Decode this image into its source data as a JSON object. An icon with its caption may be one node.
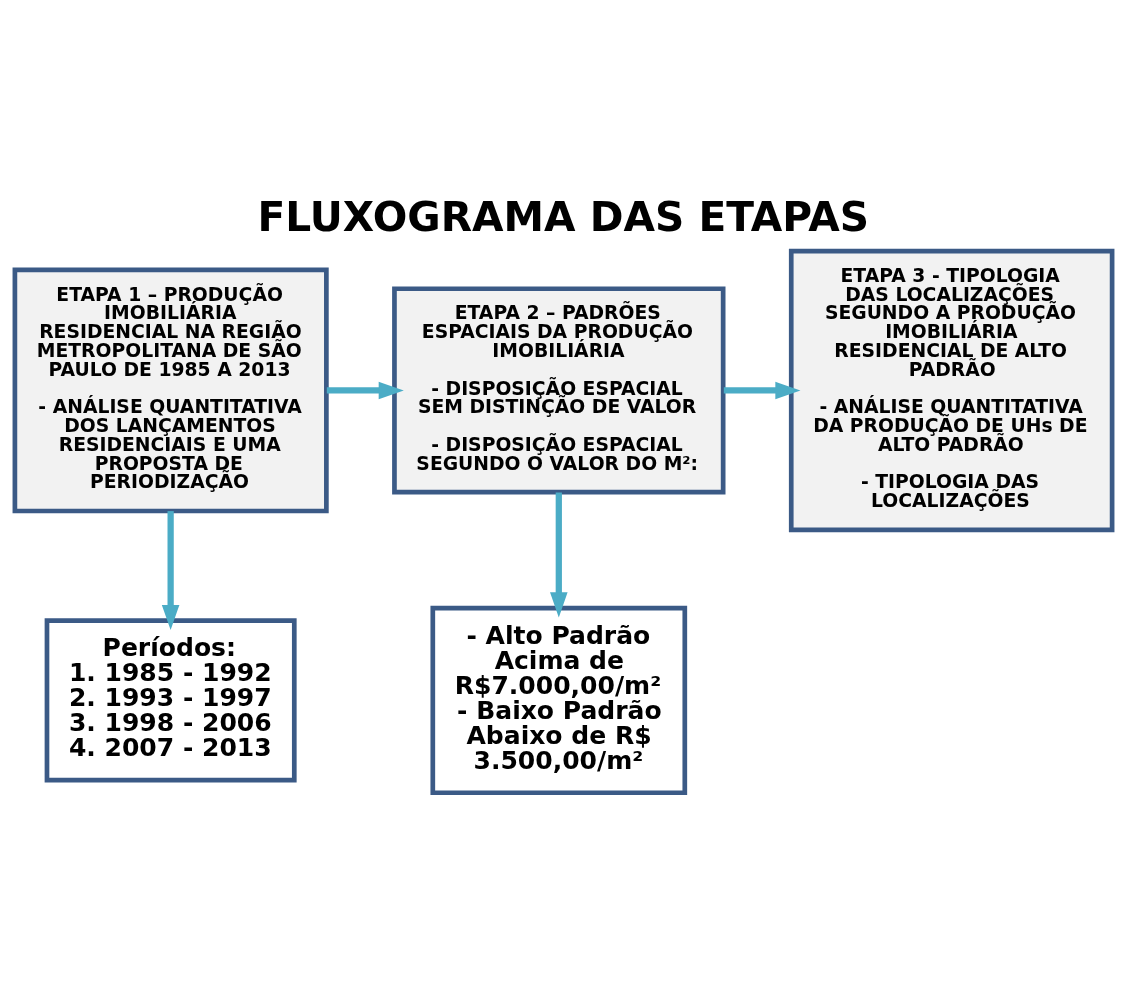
{
  "diagram": {
    "title": "FLUXOGRAMA DAS ETAPAS",
    "nodes": [
      {
        "text": [
          "ETAPA 1 – PRODUÇÃO IMOBILIÁRIA RESIDENCIAL NA REGIÃO METROPOLITANA DE SÃO PAULO DE 1985 A 2013",
          "- ANÁLISE QUANTITATIVA DOS LANÇAMENTOS RESIDENCIAIS E UMA PROPOSTA DE PERIODIZAÇÃO"
        ]
      },
      {
        "text": [
          "ETAPA 2 – PADRÕES ESPACIAIS DA PRODUÇÃO IMOBILIÁRIA",
          "- DISPOSIÇÃO ESPACIAL SEM DISTINÇÃO DE VALOR",
          "- DISPOSIÇÃO ESPACIAL SEGUNDO O VALOR DO M²:"
        ]
      },
      {
        "text": [
          "ETAPA 3 - TIPOLOGIA DAS LOCALIZAÇÕES SEGUNDO A PRODUÇÃO IMOBILIÁRIA RESIDENCIAL DE ALTO PADRÃO",
          "- ANÁLISE QUANTITATIVA DA PRODUÇÃO DE UHs DE ALTO PADRÃO",
          "- TIPOLOGIA DAS LOCALIZAÇÕES"
        ]
      },
      {
        "text": [
          "Períodos:",
          "1. 1985 - 1992",
          "2. 1993 - 1997",
          "3. 1998 - 2006",
          "4. 2007 - 2013"
        ]
      },
      {
        "text": [
          "- Alto Padrão Acima de R$7.000,00/m²",
          "- Baixo Padrão Abaixo de R$ 3.500,00/m²"
        ]
      }
    ],
    "edges": [
      {
        "from": 0,
        "to": 1,
        "arrow": "to"
      },
      {
        "from": 1,
        "to": 2,
        "arrow": "to"
      },
      {
        "from": 0,
        "to": 3,
        "arrow": "to"
      },
      {
        "from": 1,
        "to": 4,
        "arrow": "to"
      }
    ]
  }
}
